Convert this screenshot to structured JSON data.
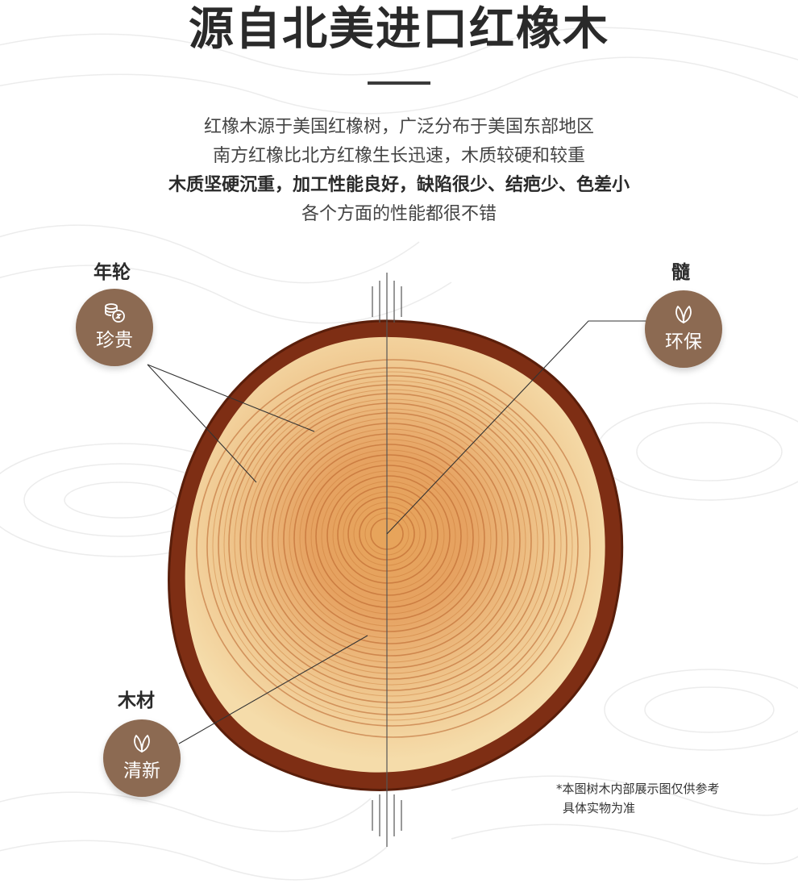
{
  "title": "源自北美进口红橡木",
  "description": {
    "line1": "红橡木源于美国红橡树，广泛分布于美国东部地区",
    "line2": "南方红橡比北方红橡生长迅速，木质较硬和较重",
    "line3": "木质坚硬沉重，加工性能良好，缺陷很少、结疤少、色差小",
    "line4": "各个方面的性能都很不错"
  },
  "callouts": {
    "rings": {
      "label": "年轮",
      "badge": "珍贵",
      "icon": "coins-icon"
    },
    "pith": {
      "label": "髓",
      "badge": "环保",
      "icon": "leaf-icon"
    },
    "wood": {
      "label": "木材",
      "badge": "清新",
      "icon": "leaf-icon"
    }
  },
  "note": {
    "line1": "*本图树木内部展示图仅供参考",
    "line2": "具体实物为准"
  },
  "colors": {
    "badge": "#8c6a52",
    "bark": "#8a3418",
    "ring": "#c9762f",
    "wood_light": "#f3d29c"
  }
}
